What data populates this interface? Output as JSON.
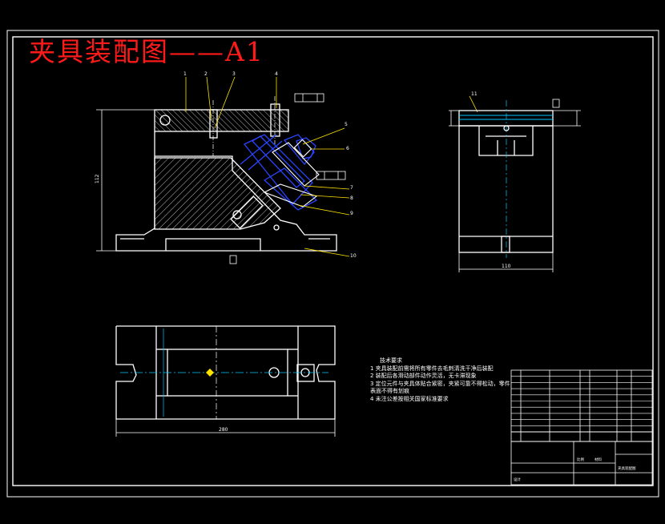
{
  "drawing": {
    "title": "夹具装配图——A1",
    "colors": {
      "background": "#000000",
      "lines": "#ffffff",
      "title_text": "#ff1a1a",
      "blue_parts": "#2a44ff",
      "centerline": "#00c8ff"
    }
  },
  "balloons": {
    "front": [
      "1",
      "2",
      "3",
      "4",
      "5",
      "6",
      "7",
      "8",
      "9",
      "10"
    ],
    "side": [
      "11"
    ]
  },
  "dimensions": {
    "front_height": "112",
    "side_width": "110",
    "plan_length": "280"
  },
  "tech_notes": {
    "heading": "技术要求",
    "items": [
      "1 夹具装配前需将所有零件去毛刺清洗干净后装配",
      "2 装配后各滑动部件动作灵活，无卡滞现象",
      "3 定位元件与夹具体贴合紧密，夹紧可靠不得松动，零件",
      "  表面不得有划痕",
      "4 未注公差按相关国家标准要求"
    ]
  },
  "title_block": {
    "drawing_name": "夹具装配图",
    "scale_label": "比例",
    "material_label": "材料",
    "designer_label": "设计"
  }
}
